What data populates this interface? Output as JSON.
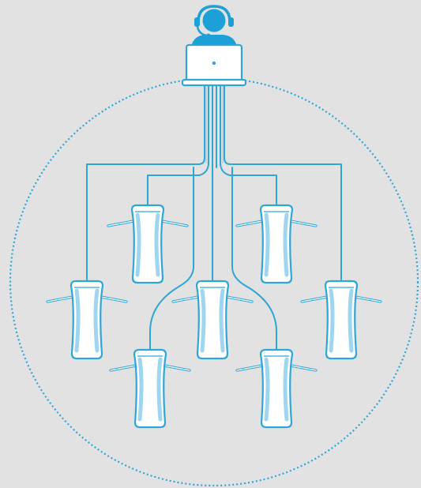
{
  "colors": {
    "background": "#e2e2e2",
    "accent": "#2ea6d6",
    "accent_light": "#9fd6ef",
    "device_fill": "#ffffff",
    "operator": "#1d9fd8"
  },
  "icons": {
    "operator": "headset-operator-icon",
    "laptop": "laptop-icon",
    "network_boundary": "dotted-circle",
    "node": "mesh-router-node-icon"
  },
  "node_count": 7,
  "connection_count": 7
}
